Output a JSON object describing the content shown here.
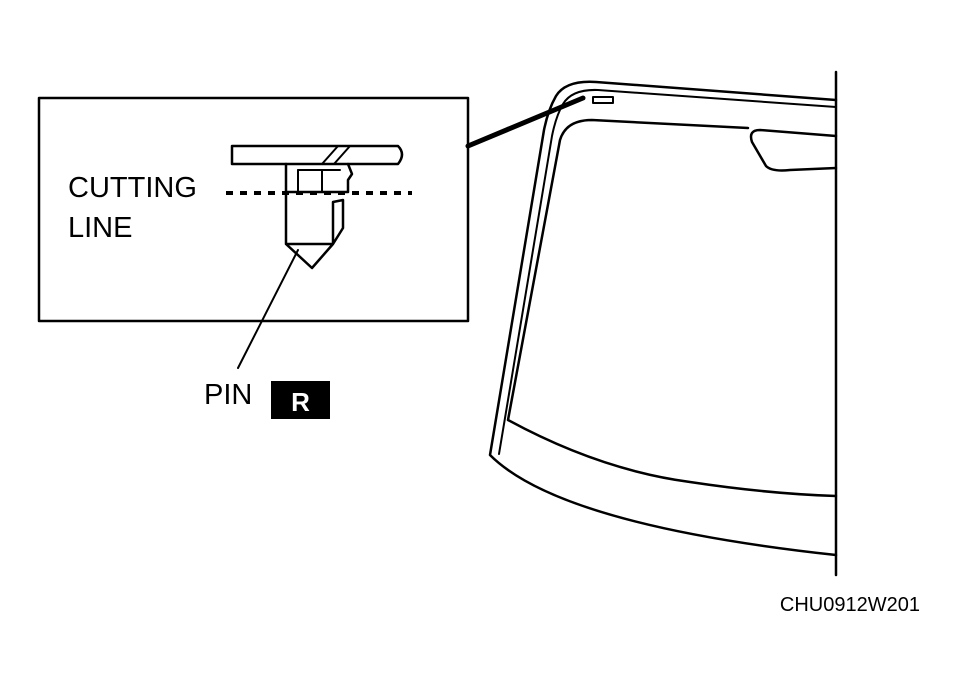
{
  "labels": {
    "cutting_line_1": "CUTTING",
    "cutting_line_2": "LINE",
    "pin": "PIN",
    "pin_badge": "R",
    "figure_code": "CHU0912W201"
  },
  "colors": {
    "ink": "#000000",
    "paper": "#ffffff"
  }
}
